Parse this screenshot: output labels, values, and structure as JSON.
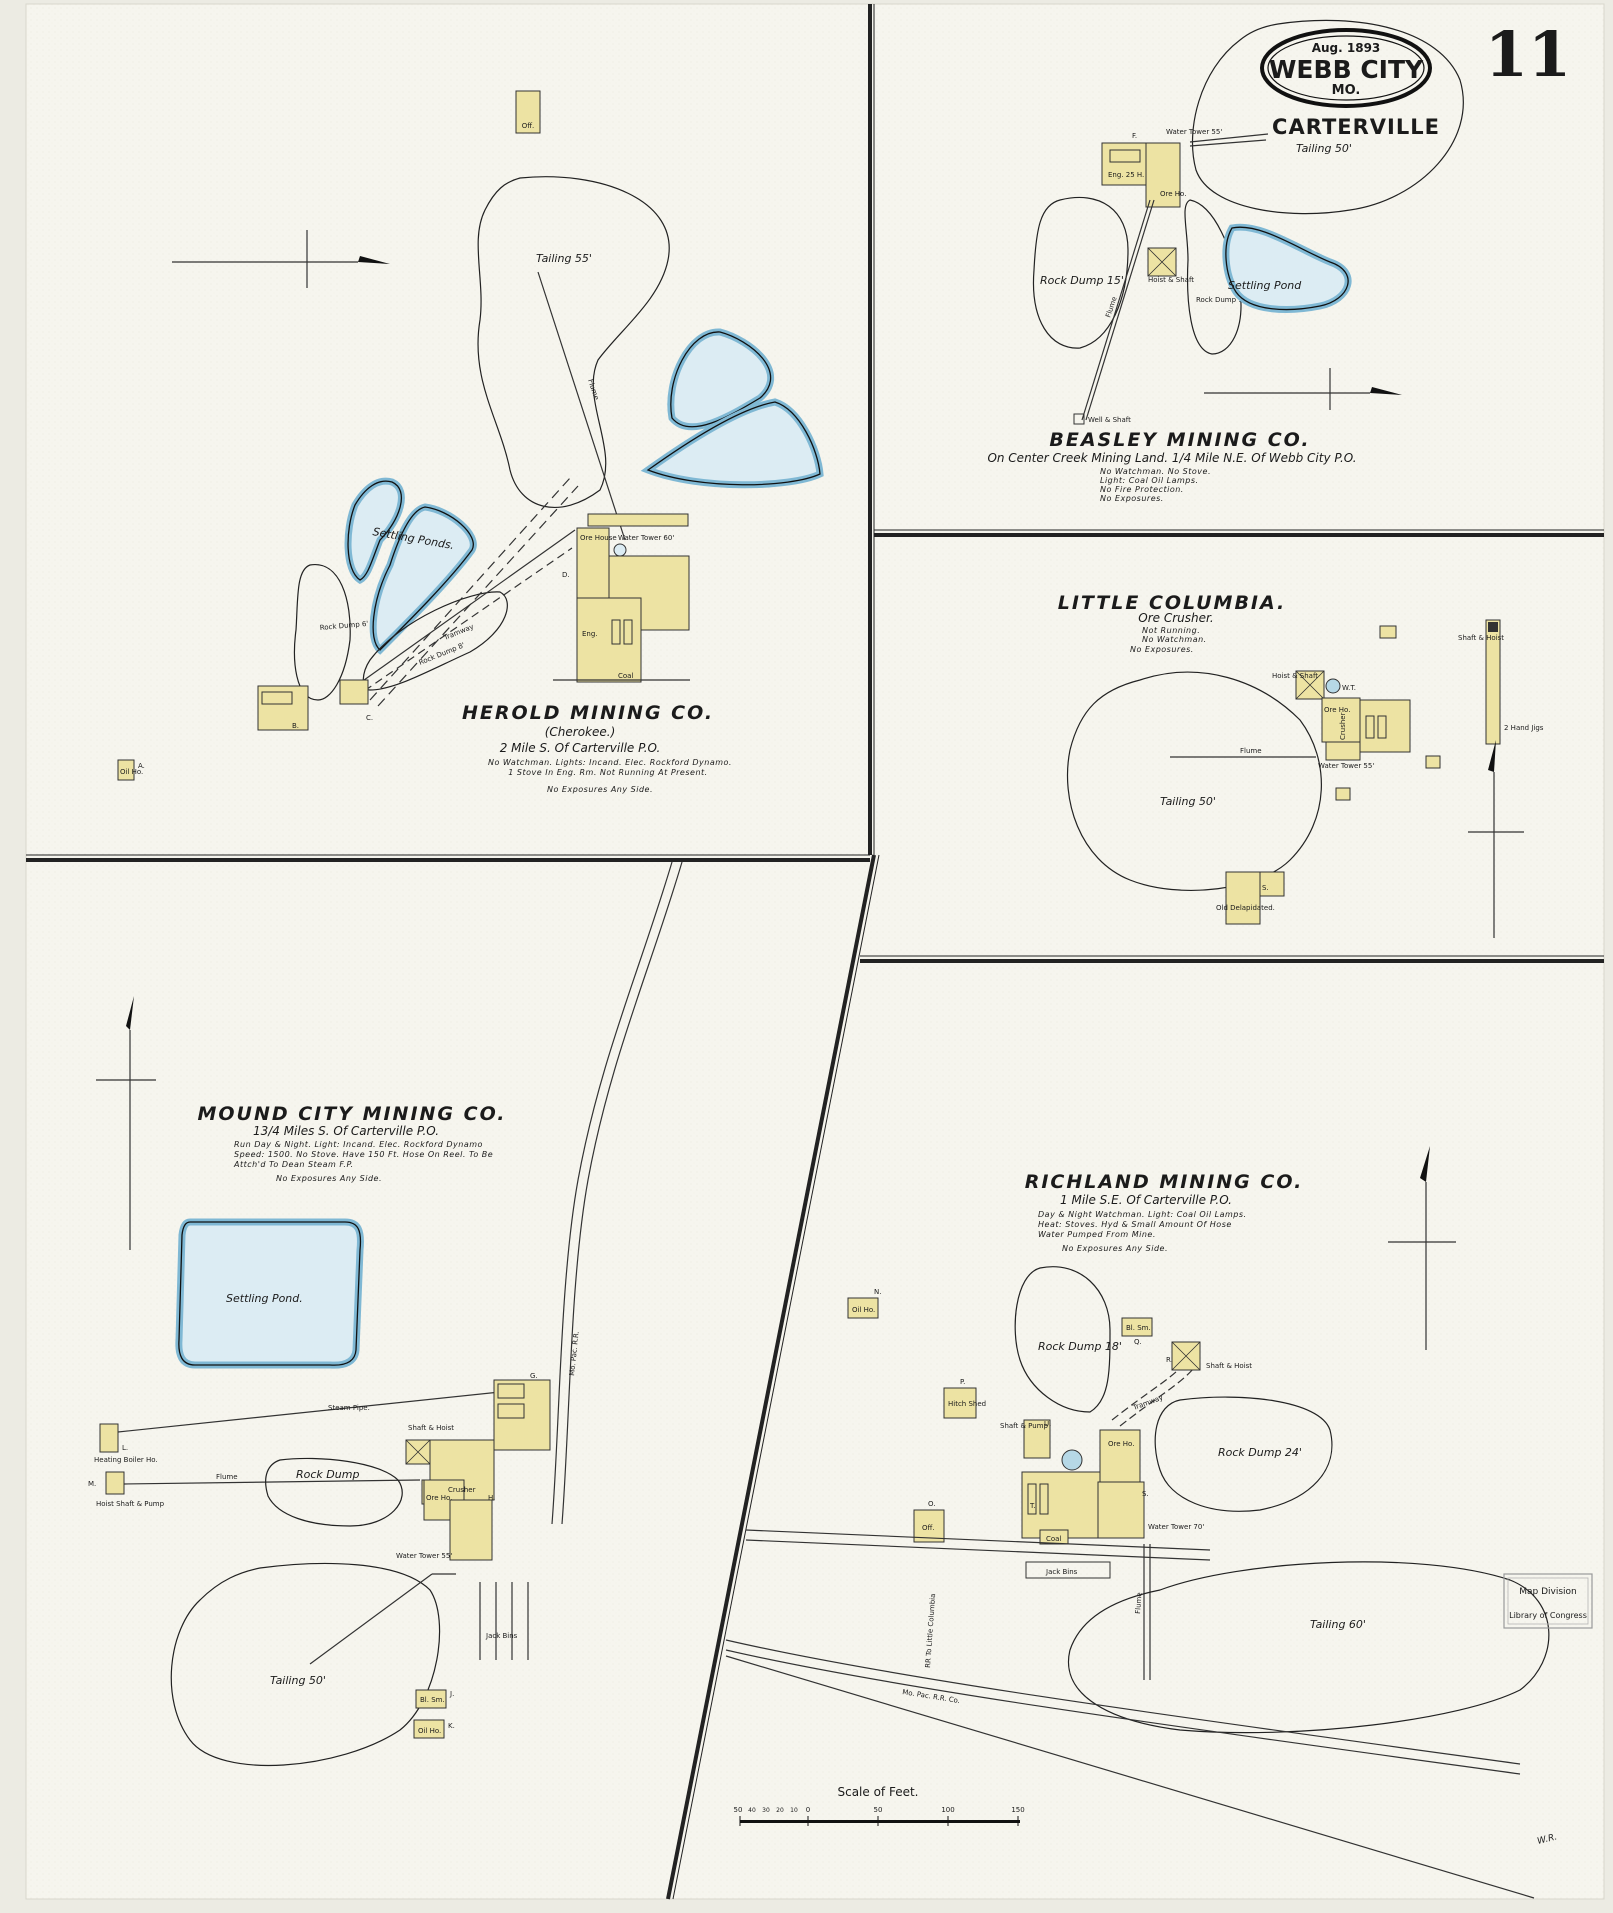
{
  "sheet": {
    "number": "11",
    "date": "Aug. 1893",
    "city": "WEBB CITY",
    "state": "MO.",
    "district": "CARTERVILLE",
    "scale_label": "Scale of Feet.",
    "scale_ticks": [
      "50",
      "40",
      "30",
      "20",
      "10",
      "0",
      "50",
      "100",
      "150"
    ],
    "stamp_line1": "Map Division",
    "stamp_line2": "Library of Congress",
    "signature": "W.R."
  },
  "herold": {
    "name": "HEROLD MINING CO.",
    "alias": "(Cherokee.)",
    "location": "2 Mile S. Of Carterville P.O.",
    "note1": "No Watchman. Lights: Incand. Elec. Rockford Dynamo.",
    "note2": "1 Stove In Eng. Rm. Not Running At Present.",
    "note3": "No Exposures Any Side.",
    "labels": {
      "tailing": "Tailing 55'",
      "flume": "Flume",
      "settling_ponds": "Settling Ponds.",
      "rock_dump_a": "Rock Dump 6'",
      "rock_dump_b": "Rock Dump 8'",
      "tramway": "Tramway",
      "ore_house": "Ore House",
      "water_tower": "Water Tower 60'",
      "off": "Off.",
      "coal": "Coal",
      "oil_ho": "Oil Ho.",
      "eng": "Eng.",
      "letter_a": "A.",
      "letter_b": "B.",
      "letter_c": "C.",
      "letter_d": "D."
    }
  },
  "beasley": {
    "name": "BEASLEY MINING CO.",
    "location": "On Center Creek Mining Land. 1/4 Mile N.E. Of Webb City P.O.",
    "note1": "No Watchman. No Stove.",
    "note2": "Light: Coal Oil Lamps.",
    "note3": "No Fire Protection.",
    "note4": "No Exposures.",
    "labels": {
      "tailing": "Tailing 50'",
      "water_tower": "Water Tower 55'",
      "rock_dump_a": "Rock Dump 15'",
      "rock_dump_b": "Rock Dump 15'",
      "settling_pond": "Settling Pond",
      "hoist": "Hoist & Shaft",
      "ore_ho": "Ore Ho.",
      "eng": "Eng. 25 H.",
      "flume": "Flume",
      "well": "Well & Shaft",
      "letter_f": "F."
    }
  },
  "columbia": {
    "name": "LITTLE COLUMBIA.",
    "sub": "Ore Crusher.",
    "note1": "Not Running.",
    "note2": "No Watchman.",
    "note3": "No Exposures.",
    "labels": {
      "tailing": "Tailing 50'",
      "flume": "Flume",
      "water_tower": "Water Tower 55'",
      "hoist": "Hoist & Shaft",
      "ore_ho": "Ore Ho.",
      "crusher": "Crusher",
      "wt": "W.T.",
      "old": "Old Delapidated.",
      "shaft": "Shaft & Hoist",
      "jigs": "2 Hand Jigs",
      "letter_s": "S."
    }
  },
  "mound": {
    "name": "MOUND CITY MINING CO.",
    "location": "13/4 Miles S. Of Carterville P.O.",
    "note1": "Run Day & Night. Light: Incand. Elec. Rockford Dynamo",
    "note2": "Speed: 1500. No Stove. Have 150 Ft. Hose On Reel. To Be",
    "note3": "Attch'd To Dean Steam F.P.",
    "note4": "No Exposures Any Side.",
    "labels": {
      "settling_pond": "Settling Pond.",
      "steam_pipe": "Steam Pipe.",
      "flume": "Flume",
      "rock_dump": "Rock Dump",
      "tailing": "Tailing 50'",
      "jack_bins": "Jack Bins",
      "railroad": "Mo. Pac. R.R.",
      "hoist": "Shaft & Hoist",
      "ore_ho": "Ore Ho.",
      "crusher": "Crusher",
      "water_tower": "Water Tower 55'",
      "blsm": "Bl. Sm.",
      "oilho": "Oil Ho.",
      "boiler_l": "Heating Boiler Ho.",
      "shaft_m": "Hoist Shaft & Pump",
      "letter_g": "G.",
      "letter_h": "H.",
      "letter_j": "J.",
      "letter_k": "K.",
      "letter_l": "L.",
      "letter_m": "M."
    }
  },
  "richland": {
    "name": "RICHLAND MINING CO.",
    "location": "1 Mile S.E. Of Carterville P.O.",
    "note1": "Day & Night Watchman. Light: Coal Oil Lamps.",
    "note2": "Heat: Stoves. Hyd & Small Amount Of Hose",
    "note3": "Water Pumped From Mine.",
    "note4": "No Exposures Any Side.",
    "labels": {
      "rock_dump_a": "Rock Dump 18'",
      "rock_dump_b": "Rock Dump 24'",
      "tailing": "Tailing 60'",
      "tramway": "Tramway",
      "water_tower": "Water Tower 70'",
      "jack_bins": "Jack Bins",
      "railroad": "Mo. Pac. R.R. Co.",
      "spur": "RR To Little Columbia",
      "flume": "Flume",
      "oilho": "Oil Ho.",
      "blsm": "Bl. Sm.",
      "hitch": "Hitch Shed",
      "off": "Off.",
      "coal": "Coal",
      "ore_ho": "Ore Ho.",
      "hoist": "Shaft & Hoist",
      "shaft_u": "Shaft & Pump",
      "letter_n": "N.",
      "letter_o": "O.",
      "letter_p": "P.",
      "letter_q": "Q.",
      "letter_r": "R.",
      "letter_s": "S.",
      "letter_t": "T.",
      "letter_u": "U."
    }
  }
}
